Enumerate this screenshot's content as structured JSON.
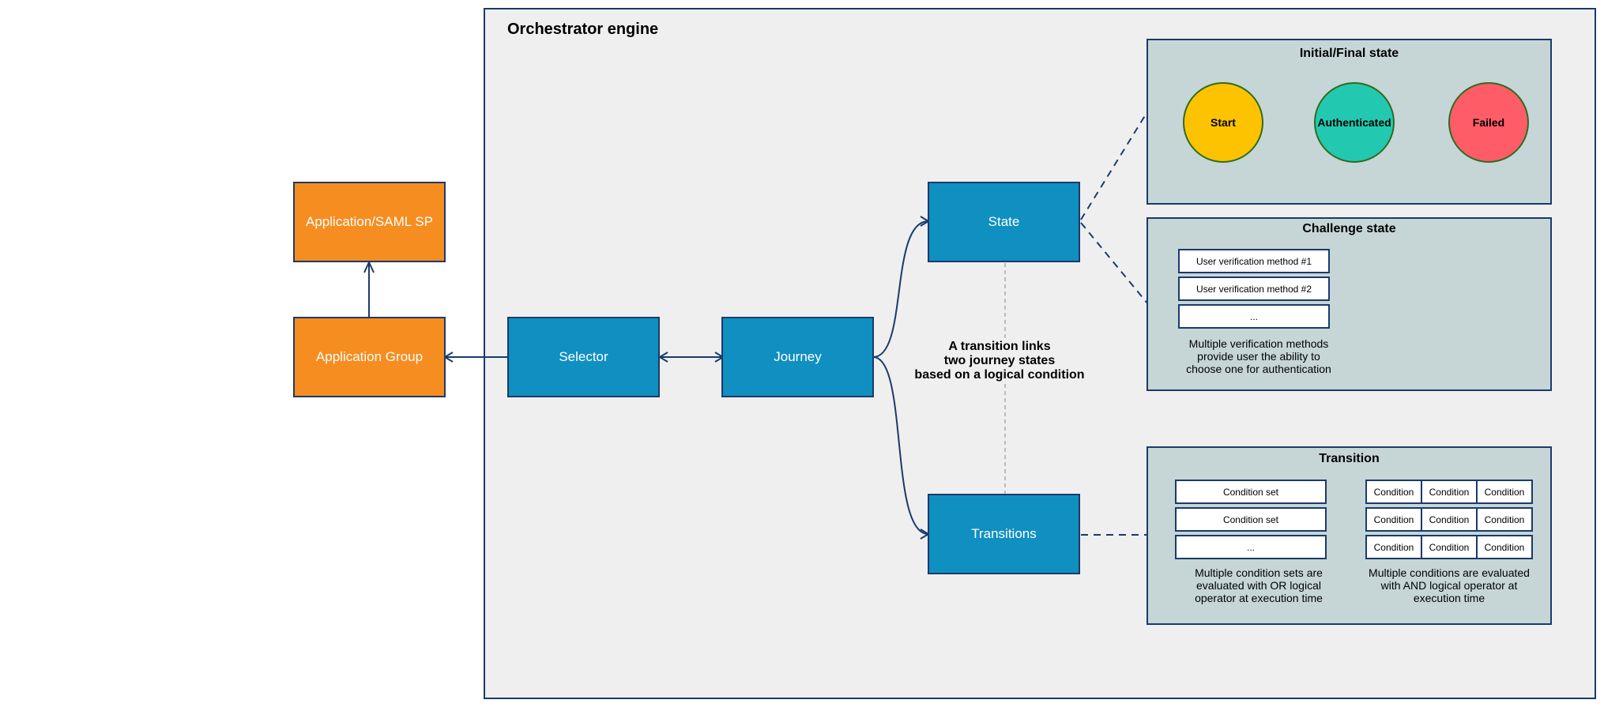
{
  "engine": {
    "title": "Orchestrator engine"
  },
  "left": {
    "app_sp": "Application/SAML SP",
    "app_group": "Application Group"
  },
  "flow": {
    "selector": "Selector",
    "journey": "Journey",
    "state": "State",
    "transitions": "Transitions",
    "note_line1": "A transition links",
    "note_line2": "two journey states",
    "note_line3": "based on a logical condition"
  },
  "initial_final": {
    "title": "Initial/Final state",
    "start": "Start",
    "authenticated": "Authenticated",
    "failed": "Failed",
    "colors": {
      "start": "#fdc300",
      "authenticated": "#22c9b0",
      "failed": "#fe5c67"
    }
  },
  "challenge": {
    "title": "Challenge state",
    "methods": [
      "User verification method #1",
      "User verification method #2",
      "..."
    ],
    "note_line1": "Multiple verification methods",
    "note_line2": "provide user the ability to",
    "note_line3": "choose one for authentication"
  },
  "transition": {
    "title": "Transition",
    "condition_sets": [
      "Condition set",
      "Condition set",
      "..."
    ],
    "conditions": [
      [
        "Condition",
        "Condition",
        "Condition"
      ],
      [
        "Condition",
        "Condition",
        "Condition"
      ],
      [
        "Condition",
        "Condition",
        "Condition"
      ]
    ],
    "or_note_line1": "Multiple condition sets are",
    "or_note_line2": "evaluated with OR logical",
    "or_note_line3": "operator at execution time",
    "and_note_line1": "Multiple conditions are evaluated",
    "and_note_line2": "with AND logical operator at",
    "and_note_line3": "execution time"
  },
  "colors": {
    "navy": "#1b3a6b",
    "orange": "#f68d20",
    "blue": "#108fc1",
    "panel": "#c6d6d7",
    "engine_bg": "#efefef"
  }
}
